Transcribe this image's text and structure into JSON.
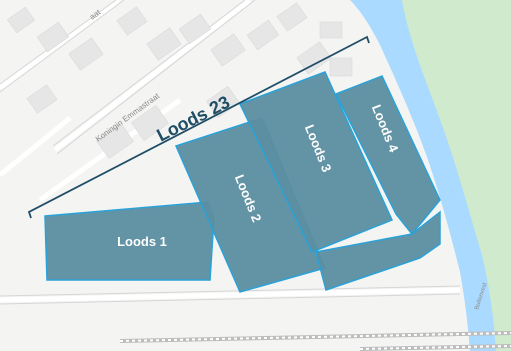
{
  "map": {
    "complex_label": "Loods 23",
    "buildings": [
      {
        "id": "loods-1",
        "label": "Loods 1"
      },
      {
        "id": "loods-2",
        "label": "Loods 2"
      },
      {
        "id": "loods-3",
        "label": "Loods 3"
      },
      {
        "id": "loods-4",
        "label": "Loods 4"
      }
    ],
    "streets": {
      "koningin_emmastraat": "Koningin Emmastraat",
      "top_street_fragment": "aat",
      "river_path_fragment": "Buitenvest"
    },
    "colors": {
      "background": "#f4f4f3",
      "water": "#aadaff",
      "park": "#cfeacc",
      "building_fill": "#5b8ea0",
      "building_stroke": "#2aa2d8",
      "bracket": "#1f4e66",
      "label": "#ffffff"
    }
  }
}
